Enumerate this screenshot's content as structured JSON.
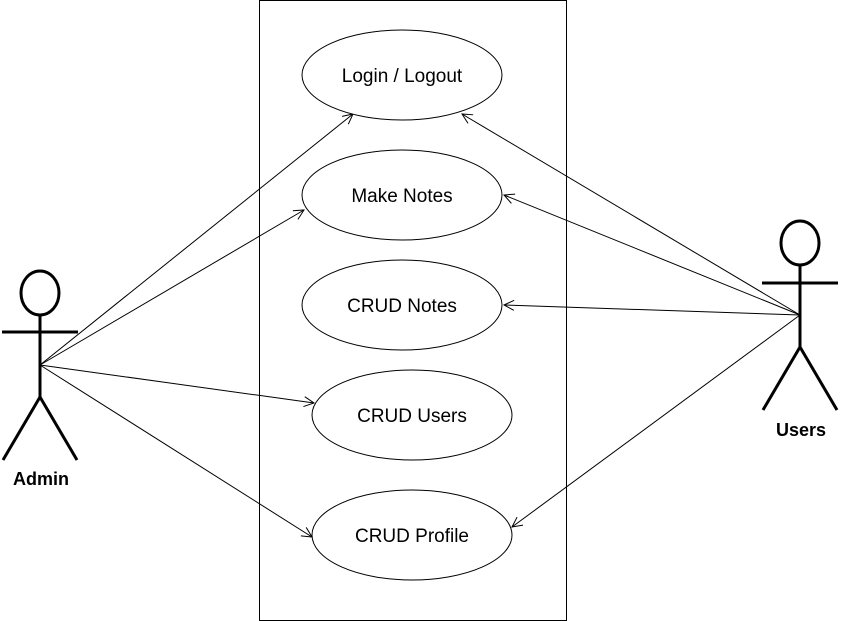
{
  "diagram": {
    "type": "use-case",
    "colors": {
      "stroke": "#000000",
      "fill": "#ffffff"
    },
    "actors": [
      {
        "id": "admin",
        "label": "Admin",
        "icon": "stick-figure"
      },
      {
        "id": "users",
        "label": "Users",
        "icon": "stick-figure"
      }
    ],
    "use_cases": [
      {
        "id": "login",
        "label": "Login / Logout"
      },
      {
        "id": "make-notes",
        "label": "Make Notes"
      },
      {
        "id": "crud-notes",
        "label": "CRUD Notes"
      },
      {
        "id": "crud-users",
        "label": "CRUD Users"
      },
      {
        "id": "crud-profile",
        "label": "CRUD Profile"
      }
    ],
    "associations": [
      {
        "from": "admin",
        "to": "login"
      },
      {
        "from": "admin",
        "to": "make-notes"
      },
      {
        "from": "admin",
        "to": "crud-users"
      },
      {
        "from": "admin",
        "to": "crud-profile"
      },
      {
        "from": "users",
        "to": "login"
      },
      {
        "from": "users",
        "to": "make-notes"
      },
      {
        "from": "users",
        "to": "crud-notes"
      },
      {
        "from": "users",
        "to": "crud-profile"
      }
    ]
  }
}
